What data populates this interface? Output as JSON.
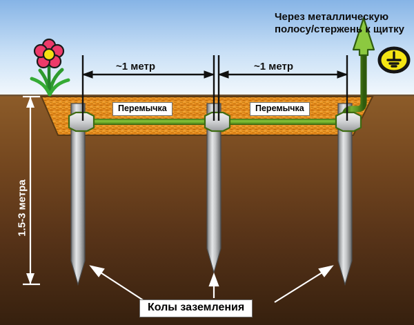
{
  "diagram": {
    "title_note": "Через металлическую полосу/стержень к щитку",
    "dimensions": {
      "span_1": "~1 метр",
      "span_2": "~1 метр",
      "depth": "1.5-3 метра"
    },
    "labels": {
      "jumper_1": "Перемычка",
      "jumper_2": "Перемычка",
      "stakes_caption": "Колы заземления"
    },
    "icons": {
      "earth_ground_symbol": "earth-ground-icon",
      "riser_arrow": "up-arrow-icon",
      "flower": "flower-icon"
    },
    "colors": {
      "sky_top": "#8cb8e8",
      "sky_horizon": "#f2f7fc",
      "soil_top": "#8a5a28",
      "soil_bottom": "#3a2210",
      "sand_fill": "#e8921f",
      "conductor_green": "#5d9a22",
      "conductor_green_dark": "#2f5c10",
      "rod_metal": "#b9bbbd",
      "ground_badge_yellow": "#f5e614",
      "flower_pink": "#ee3a6a",
      "flower_center": "#f5e012",
      "leaf_green": "#2e9b2e",
      "label_white": "#ffffff",
      "arrow_white": "#ffffff"
    },
    "stake_count": 3
  }
}
